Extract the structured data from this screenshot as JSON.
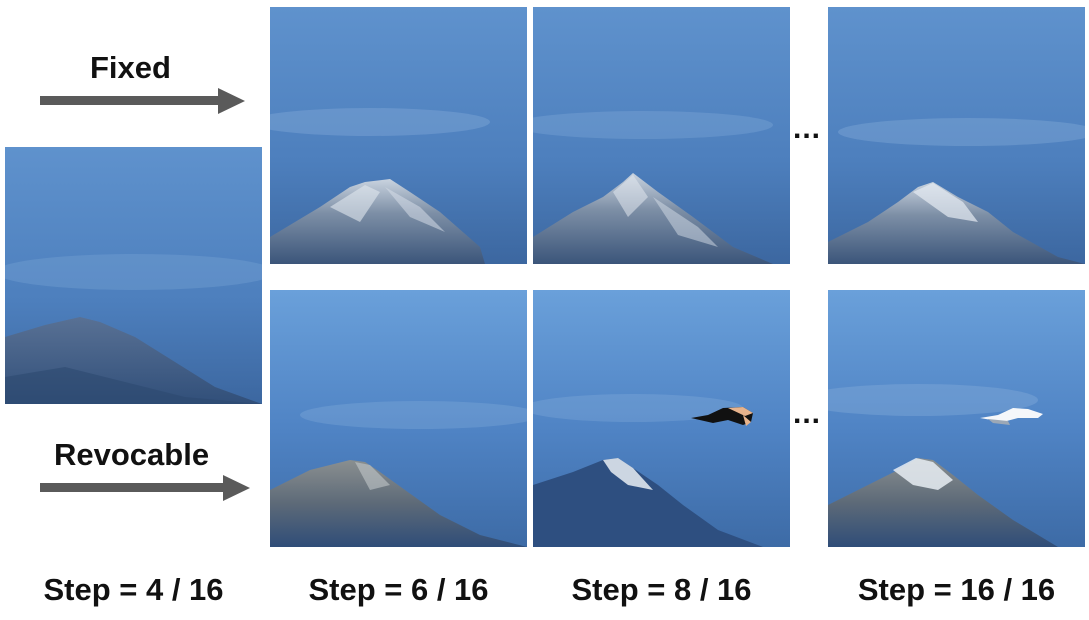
{
  "rows": {
    "fixed_label": "Fixed",
    "revocable_label": "Revocable"
  },
  "ellipsis": "...",
  "steps": [
    "Step = 4 / 16",
    "Step = 6 / 16",
    "Step = 8 / 16",
    "Step = 16 / 16"
  ],
  "colors": {
    "sky_top": "#6a9fd8",
    "sky_bottom": "#3f6fa8",
    "arrow": "#5a5a5a",
    "text": "#111111"
  },
  "icons": {
    "arrow": "right-arrow-icon",
    "airplane": "airplane-icon"
  }
}
